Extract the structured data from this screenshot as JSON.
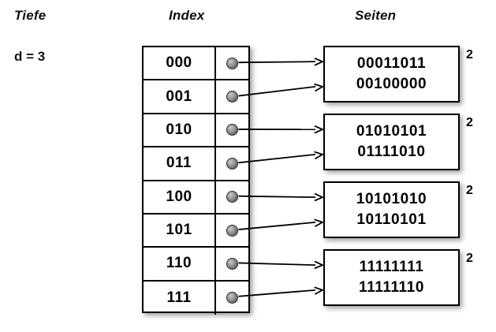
{
  "headers": {
    "depth": "Tiefe",
    "index": "Index",
    "pages": "Seiten"
  },
  "depth": {
    "label": "d = 3"
  },
  "index_table": {
    "rows": [
      {
        "key": "000",
        "pointer_icon": "filled-dot-icon",
        "target": 0
      },
      {
        "key": "001",
        "pointer_icon": "filled-dot-icon",
        "target": 0
      },
      {
        "key": "010",
        "pointer_icon": "filled-dot-icon",
        "target": 1
      },
      {
        "key": "011",
        "pointer_icon": "filled-dot-icon",
        "target": 1
      },
      {
        "key": "100",
        "pointer_icon": "filled-dot-icon",
        "target": 2
      },
      {
        "key": "101",
        "pointer_icon": "filled-dot-icon",
        "target": 2
      },
      {
        "key": "110",
        "pointer_icon": "filled-dot-icon",
        "target": 3
      },
      {
        "key": "111",
        "pointer_icon": "filled-dot-icon",
        "target": 3
      }
    ]
  },
  "pages": [
    {
      "line1": "00011011",
      "line2": "00100000",
      "count": "2"
    },
    {
      "line1": "01010101",
      "line2": "01111010",
      "count": "2"
    },
    {
      "line1": "10101010",
      "line2": "10110101",
      "count": "2"
    },
    {
      "line1": "11111111",
      "line2": "11111110",
      "count": "2"
    }
  ],
  "colors": {
    "background": "#ffffff",
    "stroke": "#000000",
    "dot_fill": "#7a7a7a",
    "box_fill": "#ffffff",
    "shadow": "rgba(0,0,0,0.38)"
  }
}
